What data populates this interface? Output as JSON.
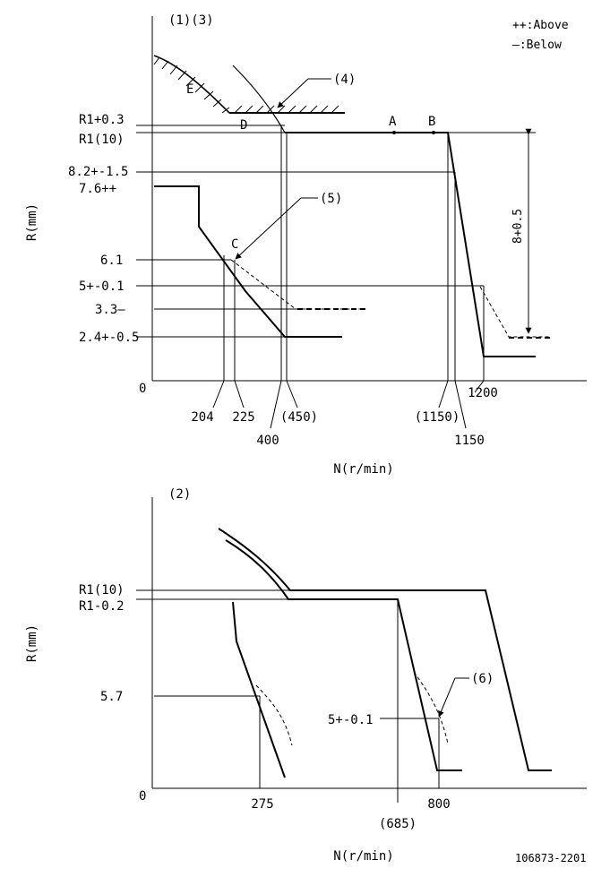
{
  "legend": {
    "above": "++:Above",
    "below": "—:Below"
  },
  "chart_top": {
    "panel_label": "(1)(3)",
    "y_axis_label": "R(mm)",
    "x_axis_label": "N(r/min)",
    "origin": "0",
    "y_ticks": [
      "R1+0.3",
      "R1(10)",
      "8.2+-1.5",
      "7.6++",
      "6.1",
      "5+-0.1",
      "3.3—",
      "2.4+-0.5"
    ],
    "x_ticks": [
      "204",
      "225",
      "400",
      "(450)",
      "(1150)",
      "1150",
      "1200"
    ],
    "points": [
      "A",
      "B",
      "C",
      "D",
      "E"
    ],
    "callouts": [
      "(4)",
      "(5)"
    ],
    "dimension": "8+0.5"
  },
  "chart_bottom": {
    "panel_label": "(2)",
    "y_axis_label": "R(mm)",
    "x_axis_label": "N(r/min)",
    "origin": "0",
    "y_ticks": [
      "R1(10)",
      "R1-0.2",
      "5.7"
    ],
    "x_ticks": [
      "275",
      "800",
      "(685)"
    ],
    "callout": "(6)",
    "callout_value": "5+-0.1"
  },
  "doc_id": "106873-2201"
}
